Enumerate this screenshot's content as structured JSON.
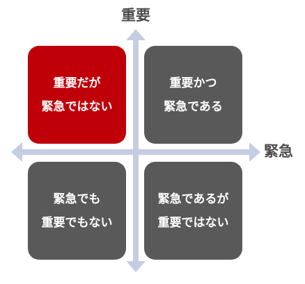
{
  "axes": {
    "vertical_label": "重要",
    "horizontal_label": "緊急",
    "arrow_color": "#c5cde3"
  },
  "colors": {
    "highlight": "#c00008",
    "neutral": "#595959",
    "text": "#ffffff",
    "label": "#4d4d4d"
  },
  "quadrants": [
    {
      "line1": "重要だが",
      "line2": "緊急ではない",
      "color": "#c00008"
    },
    {
      "line1": "重要かつ",
      "line2": "緊急である",
      "color": "#595959"
    },
    {
      "line1": "緊急でも",
      "line2": "重要でもない",
      "color": "#595959"
    },
    {
      "line1": "緊急であるが",
      "line2": "重要ではない",
      "color": "#595959"
    }
  ]
}
